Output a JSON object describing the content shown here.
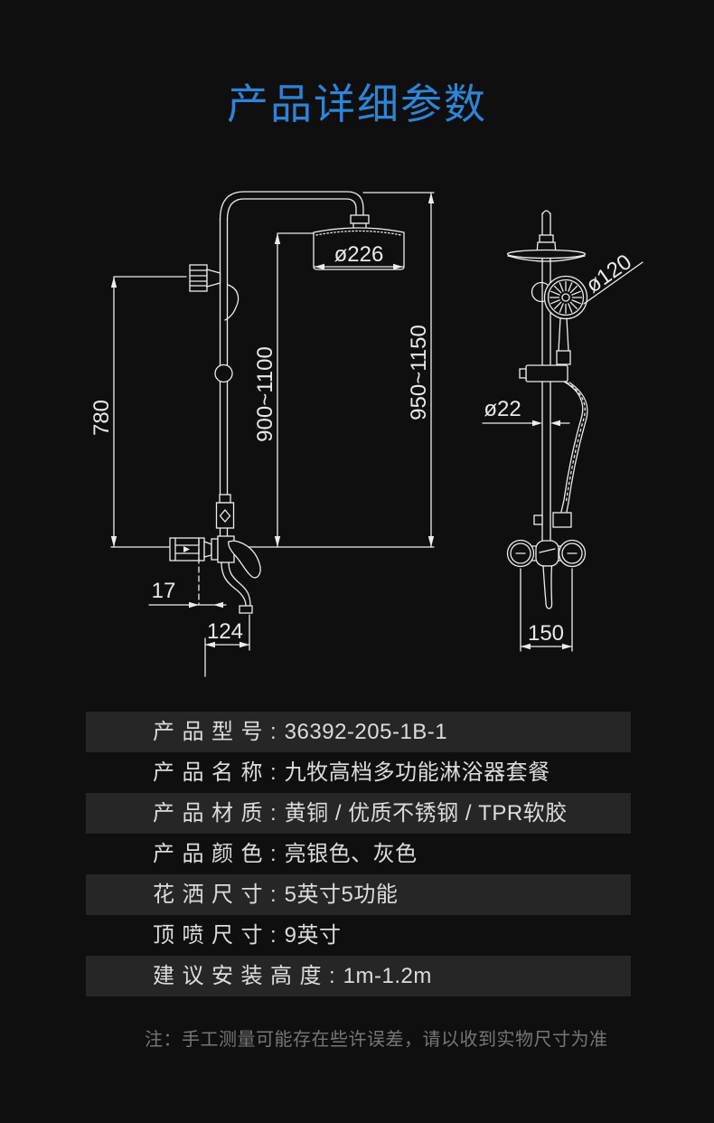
{
  "title": "产品详细参数",
  "colors": {
    "background": "#0f0f0f",
    "stripe": "#262626",
    "accent_blue": "#2e84d6",
    "line": "#ededed",
    "text": "#dcdcdc",
    "note": "#767676"
  },
  "drawing": {
    "front_view": {
      "head_diameter": "ø226",
      "height_left": "780",
      "height_mid": "900~1100",
      "height_right": "950~1150",
      "spout_offset": "17",
      "spout_reach": "124"
    },
    "side_view": {
      "hand_shower_diameter": "ø120",
      "pipe_diameter": "ø22",
      "valve_centers": "150"
    }
  },
  "specs": {
    "colon": ":",
    "rows": [
      {
        "label": "产品型号",
        "value": "36392-205-1B-1"
      },
      {
        "label": "产品名称",
        "value": "九牧高档多功能淋浴器套餐"
      },
      {
        "label": "产品材质",
        "value": "黄铜 / 优质不锈钢 / TPR软胶"
      },
      {
        "label": "产品颜色",
        "value": "亮银色、灰色"
      },
      {
        "label": "花洒尺寸",
        "value": "5英寸5功能"
      },
      {
        "label": "顶喷尺寸",
        "value": "9英寸"
      },
      {
        "label": "建议安装高度",
        "value": "1m-1.2m"
      }
    ]
  },
  "note": "注：手工测量可能存在些许误差，请以收到实物尺寸为准"
}
